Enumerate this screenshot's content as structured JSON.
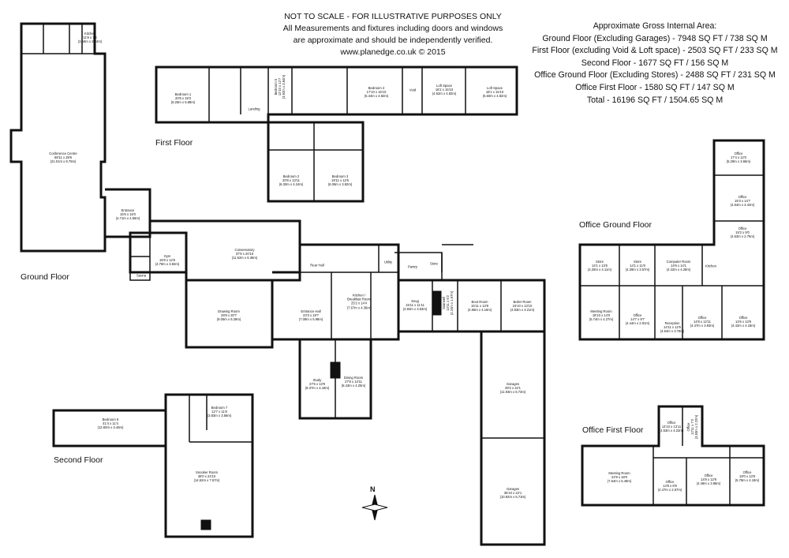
{
  "header": {
    "line1": "NOT TO SCALE - FOR ILLUSTRATIVE PURPOSES ONLY",
    "line2": "All Measurements and fixtures including doors and windows",
    "line3": "are approximate and should be independently verified.",
    "line4": "www.planedge.co.uk © 2015"
  },
  "areas": {
    "title": "Approximate Gross Internal Area:",
    "lines": [
      "Ground Floor (Excluding Garages) - 7948 SQ FT / 738 SQ M",
      "First Floor (excluding Void & Loft space) - 2503 SQ FT / 233 SQ M",
      "Second Floor - 1677 SQ FT / 156 SQ M",
      "Office Ground Floor (Excluding Stores) - 2488 SQ FT / 231 SQ M",
      "Office First Floor - 1580 SQ FT / 147 SQ M",
      "Total - 16196 SQ FT / 1504.65 SQ M"
    ]
  },
  "floor_labels": {
    "ground": "Ground Floor",
    "first": "First Floor",
    "second": "Second Floor",
    "office_ground": "Office Ground Floor",
    "office_first": "Office First Floor"
  },
  "compass": {
    "north": "N"
  },
  "rooms": {
    "kitchen_top": [
      "Kitchen",
      "11'8 x 7'4",
      "(3.56m x 2.24m)"
    ],
    "conference": [
      "Conference Centre",
      "68'11 x 28'8",
      "(21.01m x 8.75m)"
    ],
    "entrance_side": [
      "Entrance",
      "15'5 x 15'0",
      "(4.71m x 4.56m)"
    ],
    "gym": [
      "Gym",
      "15'8 x 12'6",
      "(4.78m x 3.82m)"
    ],
    "sauna": [
      "Sauna"
    ],
    "conservatory": [
      "Conservatory",
      "37'9 x 20'10",
      "(11.52m x 6.36m)"
    ],
    "drawing": [
      "Drawing Room",
      "29'8 x 20'7",
      "(9.05m x 6.28m)"
    ],
    "rear_hall": [
      "Rear Hall"
    ],
    "entrance_hall": [
      "Entrance Hall",
      "23'3 x 19'7",
      "(7.08m x 5.98m)"
    ],
    "kitchen_breakfast": [
      "Kitchen /",
      "Breakfast Room",
      "25'2 x 14'4",
      "(7.67m x 4.36m)"
    ],
    "utility": [
      "Utility"
    ],
    "pantry": [
      "Pantry"
    ],
    "store_ground": [
      "Store"
    ],
    "snug": [
      "Snug",
      "15'11 x 11'11",
      "(4.84m x 3.63m)"
    ],
    "stairwell": [
      "Stairwell",
      "13'11 x 5'2",
      "(4.24m x 1.57m)"
    ],
    "boot": [
      "Boot Room",
      "15'11 x 13'8",
      "(4.85m x 4.16m)"
    ],
    "boiler": [
      "Boiler Room",
      "15'10 x 13'10",
      "(4.83m x 4.21m)"
    ],
    "study": [
      "Study",
      "27'6 x 13'9",
      "(8.37m x 4.18m)"
    ],
    "dining": [
      "Dining Room",
      "27'8 x 13'11",
      "(8.43m x 4.25m)"
    ],
    "garages1": [
      "Garages",
      "39'2 x 22'1",
      "(11.93m x 6.73m)"
    ],
    "garages2": [
      "Garages",
      "35'10 x 22'1",
      "(10.92m x 6.73m)"
    ],
    "bedroom1": [
      "Bedroom 1",
      "20'6 x 19'3",
      "(6.25m x 5.88m)"
    ],
    "bedroom5": [
      "Bedroom 5",
      "12'10 x 12'7",
      "(3.92m x 3.84m)"
    ],
    "landing": [
      "Landing"
    ],
    "bedroom4": [
      "Bedroom 4",
      "17'10 x 15'10",
      "(5.44m x 4.82m)"
    ],
    "void": [
      "Void"
    ],
    "loft1": [
      "Loft Space",
      "16'2 x 15'10",
      "(4.92m x 4.82m)"
    ],
    "loft2": [
      "Loft Space",
      "18'1 x 15'10",
      "(5.50m x 4.82m)"
    ],
    "bedroom2": [
      "Bedroom 2",
      "20'8 x 13'11",
      "(6.30m x 4.24m)"
    ],
    "bedroom3": [
      "Bedroom 3",
      "19'11 x 12'6",
      "(6.06m x 3.82m)"
    ],
    "bedroom6": [
      "Bedroom 6",
      "41'4 x 11'4",
      "(12.60m x 3.46m)"
    ],
    "bedroom7": [
      "Bedroom 7",
      "12'7 x 11'8",
      "(3.83m x 3.56m)"
    ],
    "snooker": [
      "Snooker Room",
      "48'0 x 24'10",
      "(14.62m x 7.57m)"
    ],
    "og_office_top": [
      "Office",
      "17'4 x 12'0",
      "(5.29m x 3.66m)"
    ],
    "og_office_a": [
      "Office",
      "15'3 x 14'7",
      "(4.64m x 4.44m)"
    ],
    "og_office_b": [
      "Office",
      "15'2 x 9'0",
      "(4.63m x 2.75m)"
    ],
    "og_store1": [
      "Store",
      "14'1 x 13'6",
      "(4.28m x 4.11m)"
    ],
    "og_store2": [
      "Store",
      "14'1 x 11'9",
      "(4.28m x 3.57m)"
    ],
    "og_computer": [
      "Computer Room",
      "14'6 x 14'1",
      "(4.42m x 4.28m)"
    ],
    "og_kitchen": [
      "Kitchen"
    ],
    "og_meeting": [
      "Meeting Room",
      "18'10 x 14'0",
      "(5.74m x 4.27m)"
    ],
    "og_office_c": [
      "Office",
      "14'7 x 9'7",
      "(4.44m x 2.91m)"
    ],
    "og_reception": [
      "Reception",
      "14'11 x 12'5",
      "(4.54m x 3.78m)"
    ],
    "og_office_d": [
      "Office",
      "14'8 x 12'11",
      "(4.47m x 3.93m)"
    ],
    "og_office_e": [
      "Office",
      "14'6 x 13'9",
      "(4.42m x 4.18m)"
    ],
    "of_office_top1": [
      "Office",
      "14'10 x 13'11",
      "(4.53m x 4.23m)"
    ],
    "of_office_top2": [
      "Office",
      "12'11 x 7'3",
      "(3.93m x 2.22m)"
    ],
    "of_meeting": [
      "Meeting Room",
      "24'9 x 18'0",
      "(7.54m x 5.49m)"
    ],
    "of_office_a": [
      "Office",
      "14'8 x 8'9",
      "(4.47m x 2.67m)"
    ],
    "of_office_b": [
      "Office",
      "14'8 x 12'9",
      "(4.46m x 3.88m)"
    ],
    "of_office_c": [
      "Office",
      "19'0 x 13'9",
      "(5.78m x 4.19m)"
    ]
  }
}
